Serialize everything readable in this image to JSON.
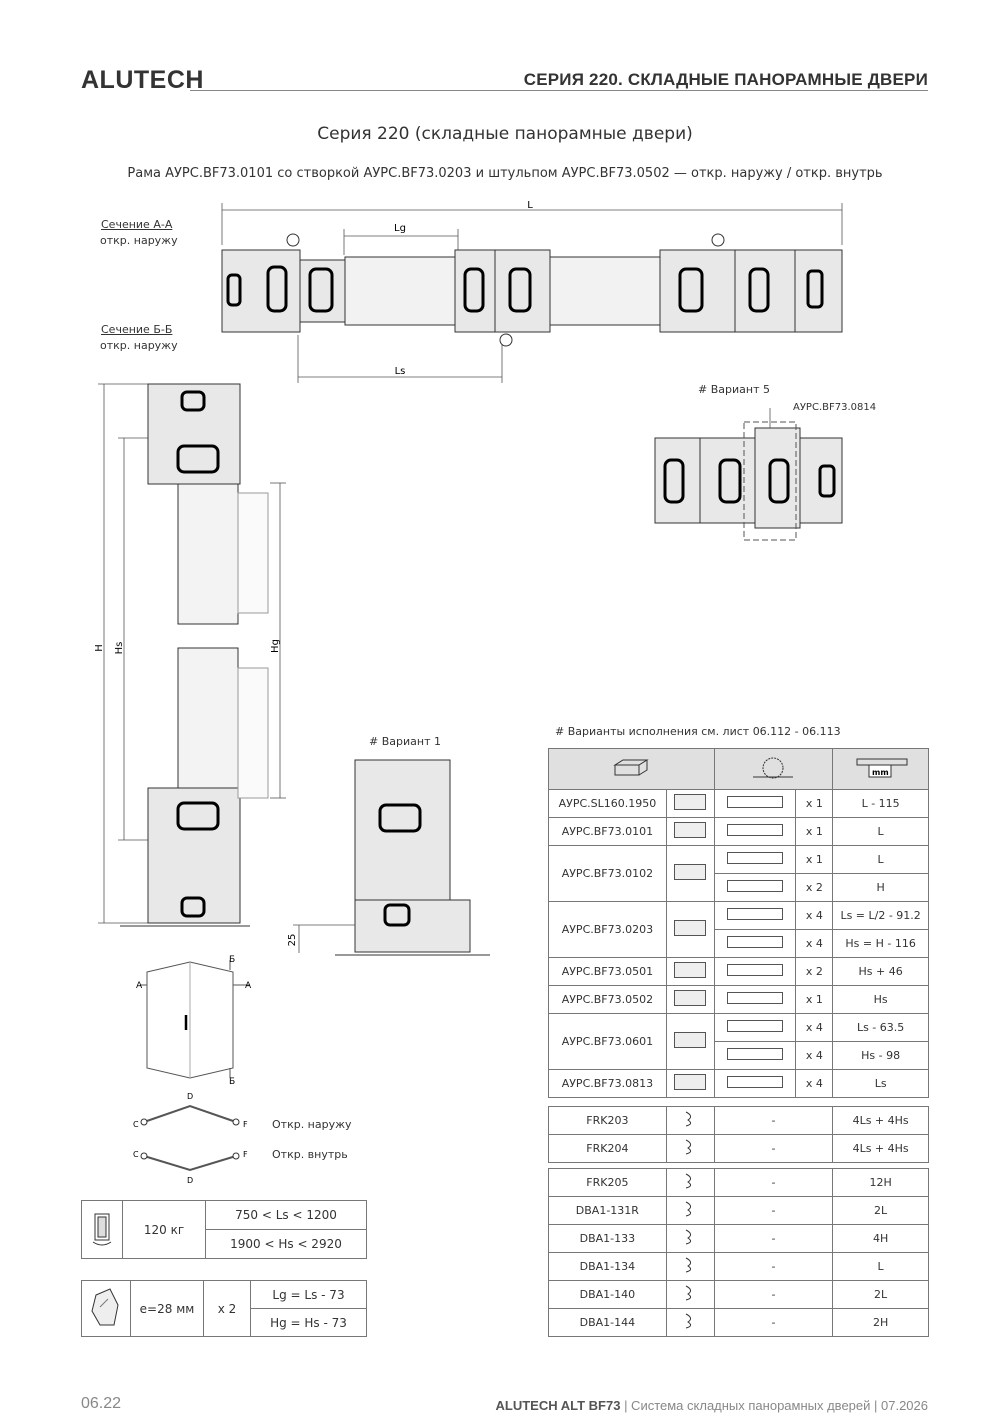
{
  "header": {
    "brand": "ALUTECH",
    "title": "СЕРИЯ 220. СКЛАДНЫЕ ПАНОРАМНЫЕ ДВЕРИ"
  },
  "doc": {
    "title": "Серия 220 (складные панорамные двери)",
    "subtitle": "Рама АУРС.BF73.0101 со створкой АУРС.BF73.0203 и штульпом АУРС.BF73.0502 — откр. наружу / откр. внутрь"
  },
  "drawing": {
    "section_aa": "Сечение А-А",
    "section_aa_sub": "откр. наружу",
    "section_bb": "Сечение Б-Б",
    "section_bb_sub": "откр. наружу",
    "dim_L": "L",
    "dim_Lg": "Lg",
    "dim_Ls": "Ls",
    "variant5": "# Вариант 5",
    "variant5_part": "АУРС.BF73.0814",
    "dim_H": "H",
    "dim_Hs": "Hs",
    "dim_Hg": "Hg",
    "variant1": "# Вариант 1",
    "dim_25": "25",
    "scheme_A_left": "А",
    "scheme_A_right": "А",
    "scheme_B_top": "Б",
    "scheme_B_bottom": "Б",
    "fold_out_label": "Откр. наружу",
    "fold_in_label": "Откр. внутрь",
    "fold_C1": "C",
    "fold_D1": "D",
    "fold_F1": "F",
    "fold_C2": "C",
    "fold_D2": "D",
    "fold_F2": "F"
  },
  "variants_note": "# Варианты исполнения см. лист 06.112 - 06.113",
  "parts_table": {
    "header_unit": "mm",
    "rows": [
      {
        "part": "АУРС.SL160.1950",
        "qty": [
          "x 1"
        ],
        "formula": [
          "L - 115"
        ]
      },
      {
        "part": "АУРС.BF73.0101",
        "qty": [
          "x 1"
        ],
        "formula": [
          "L"
        ]
      },
      {
        "part": "АУРС.BF73.0102",
        "qty": [
          "x 1",
          "x 2"
        ],
        "formula": [
          "L",
          "H"
        ]
      },
      {
        "part": "АУРС.BF73.0203",
        "qty": [
          "x 4",
          "x 4"
        ],
        "formula": [
          "Ls = L/2 - 91.2",
          "Hs = H - 116"
        ]
      },
      {
        "part": "АУРС.BF73.0501",
        "qty": [
          "x 2"
        ],
        "formula": [
          "Hs + 46"
        ]
      },
      {
        "part": "АУРС.BF73.0502",
        "qty": [
          "x 1"
        ],
        "formula": [
          "Hs"
        ]
      },
      {
        "part": "АУРС.BF73.0601",
        "qty": [
          "x 4",
          "x 4"
        ],
        "formula": [
          "Ls - 63.5",
          "Hs - 98"
        ]
      },
      {
        "part": "АУРС.BF73.0813",
        "qty": [
          "x 4"
        ],
        "formula": [
          "Ls"
        ]
      }
    ],
    "seals": [
      {
        "part": "FRK203",
        "cut": "-",
        "formula": "4Ls + 4Hs"
      },
      {
        "part": "FRK204",
        "cut": "-",
        "formula": "4Ls + 4Hs"
      }
    ],
    "accessories": [
      {
        "part": "FRK205",
        "cut": "-",
        "formula": "12H"
      },
      {
        "part": "DBA1-131R",
        "cut": "-",
        "formula": "2L"
      },
      {
        "part": "DBA1-133",
        "cut": "-",
        "formula": "4H"
      },
      {
        "part": "DBA1-134",
        "cut": "-",
        "formula": "L"
      },
      {
        "part": "DBA1-140",
        "cut": "-",
        "formula": "2L"
      },
      {
        "part": "DBA1-144",
        "cut": "-",
        "formula": "2H"
      }
    ]
  },
  "spec_weight": {
    "weight": "120 кг",
    "ls_range": "750 < Ls < 1200",
    "hs_range": "1900 < Hs < 2920"
  },
  "spec_glass": {
    "thickness": "e=28 мм",
    "qty": "x 2",
    "lg": "Lg = Ls - 73",
    "hg": "Hg = Hs - 73"
  },
  "footer": {
    "page": "06.22",
    "product": "ALUTECH ALT BF73",
    "desc": " | Система складных панорамных дверей | 07.2026"
  }
}
